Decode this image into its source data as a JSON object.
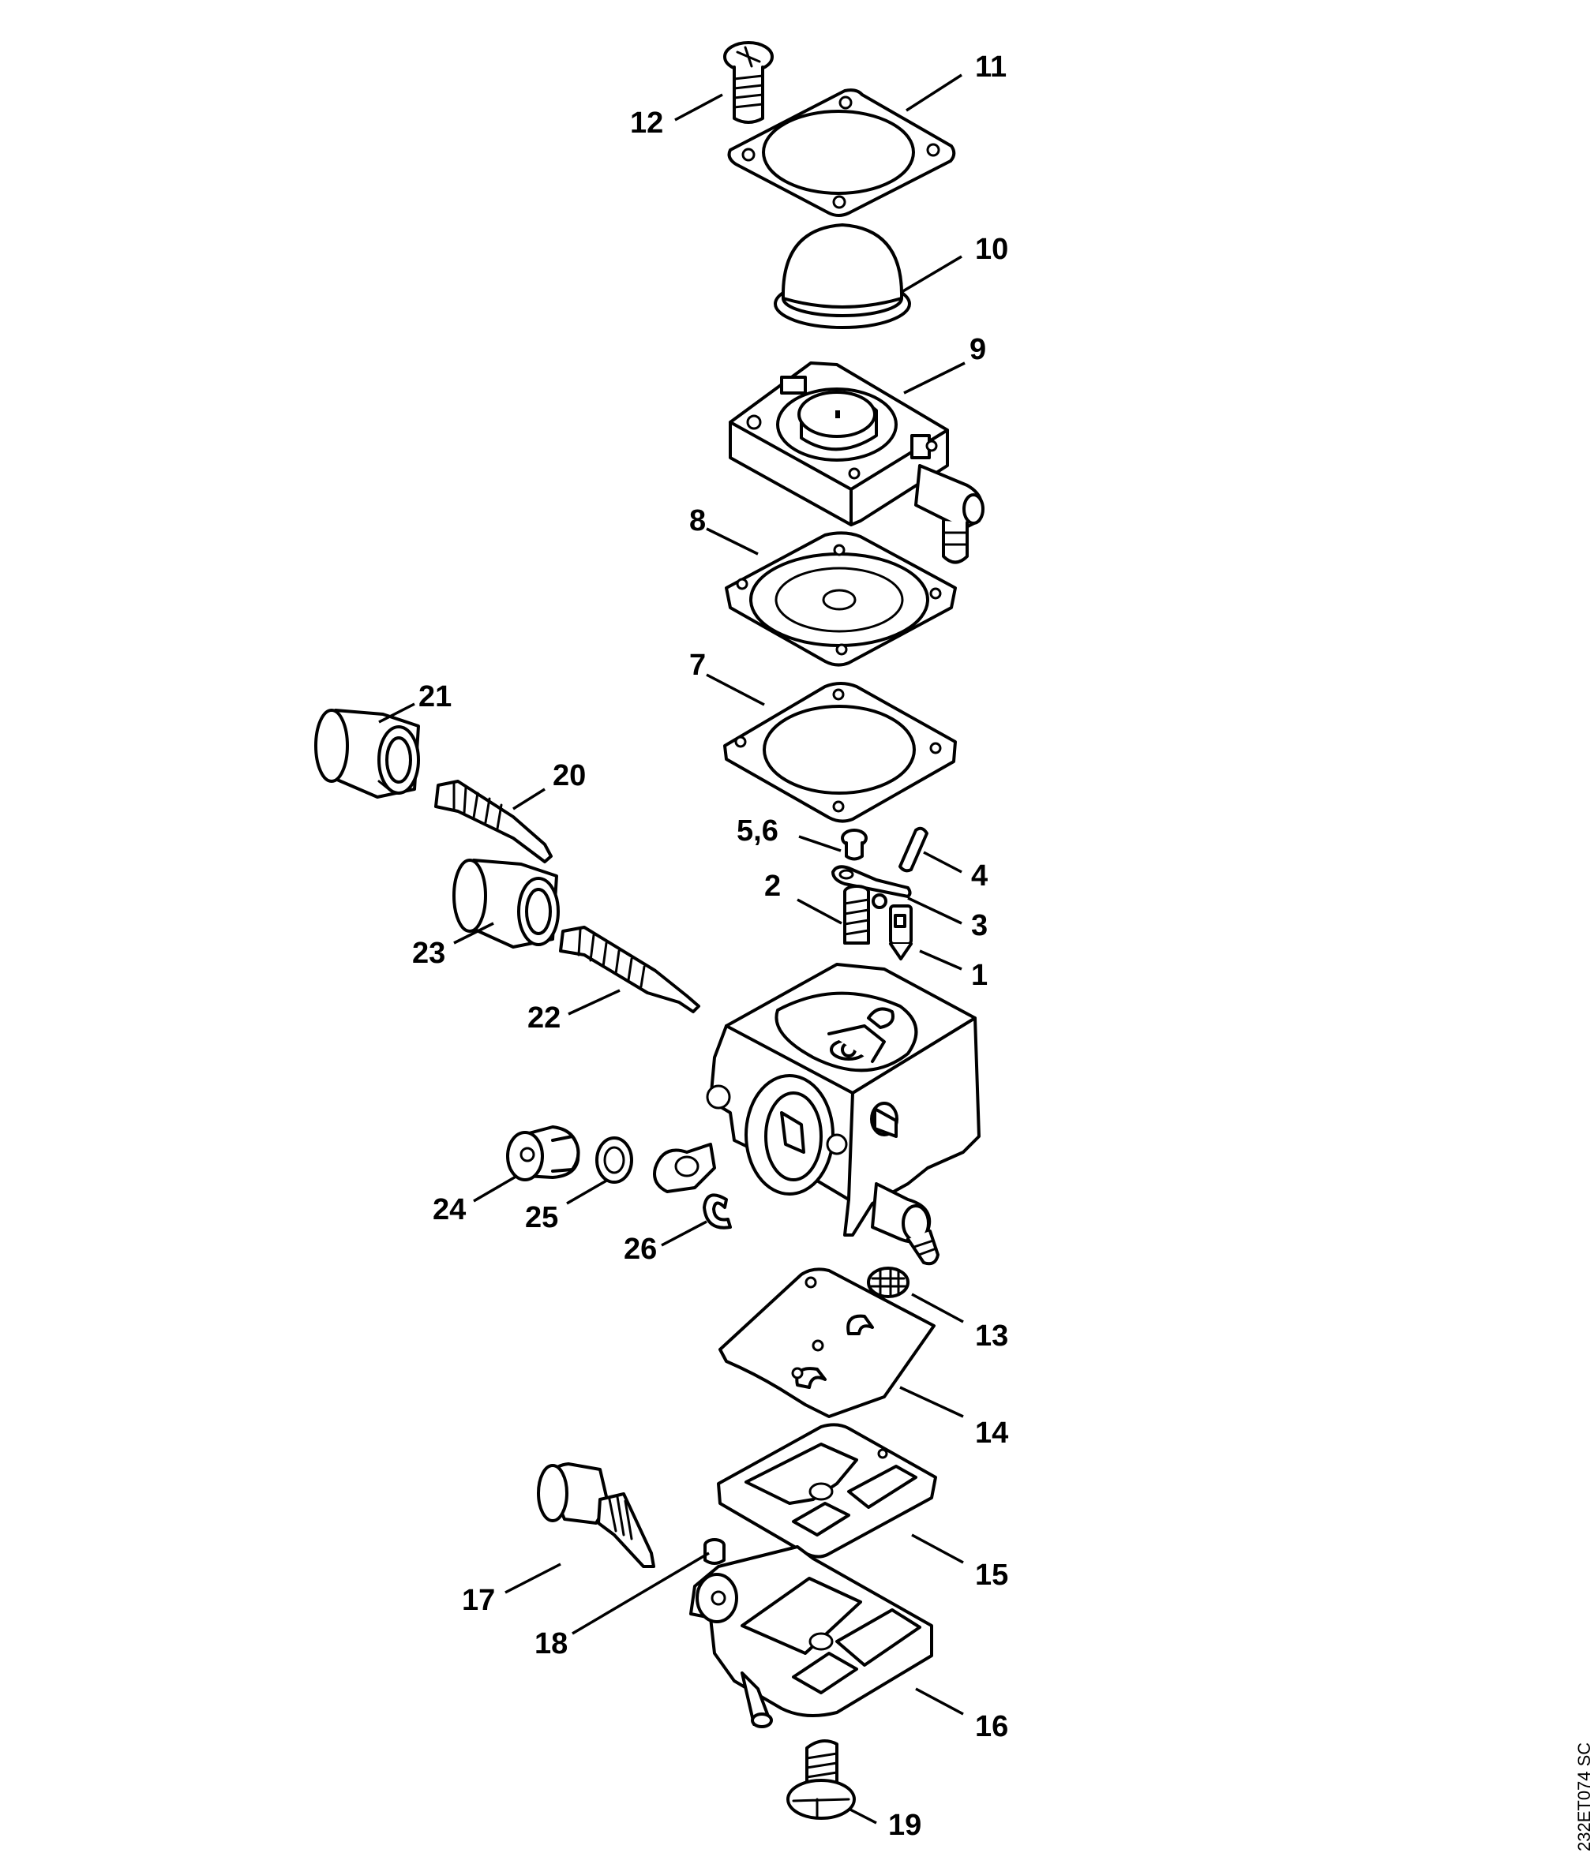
{
  "diagram": {
    "callouts": {
      "c1": "1",
      "c2": "2",
      "c3": "3",
      "c4": "4",
      "c56": "5,6",
      "c7": "7",
      "c8": "8",
      "c9": "9",
      "c10": "10",
      "c11": "11",
      "c12": "12",
      "c13": "13",
      "c14": "14",
      "c15": "15",
      "c16": "16",
      "c17": "17",
      "c18": "18",
      "c19": "19",
      "c20": "20",
      "c21": "21",
      "c22": "22",
      "c23": "23",
      "c24": "24",
      "c25": "25",
      "c26": "26"
    },
    "drawing_code": "232ET074 SC"
  }
}
